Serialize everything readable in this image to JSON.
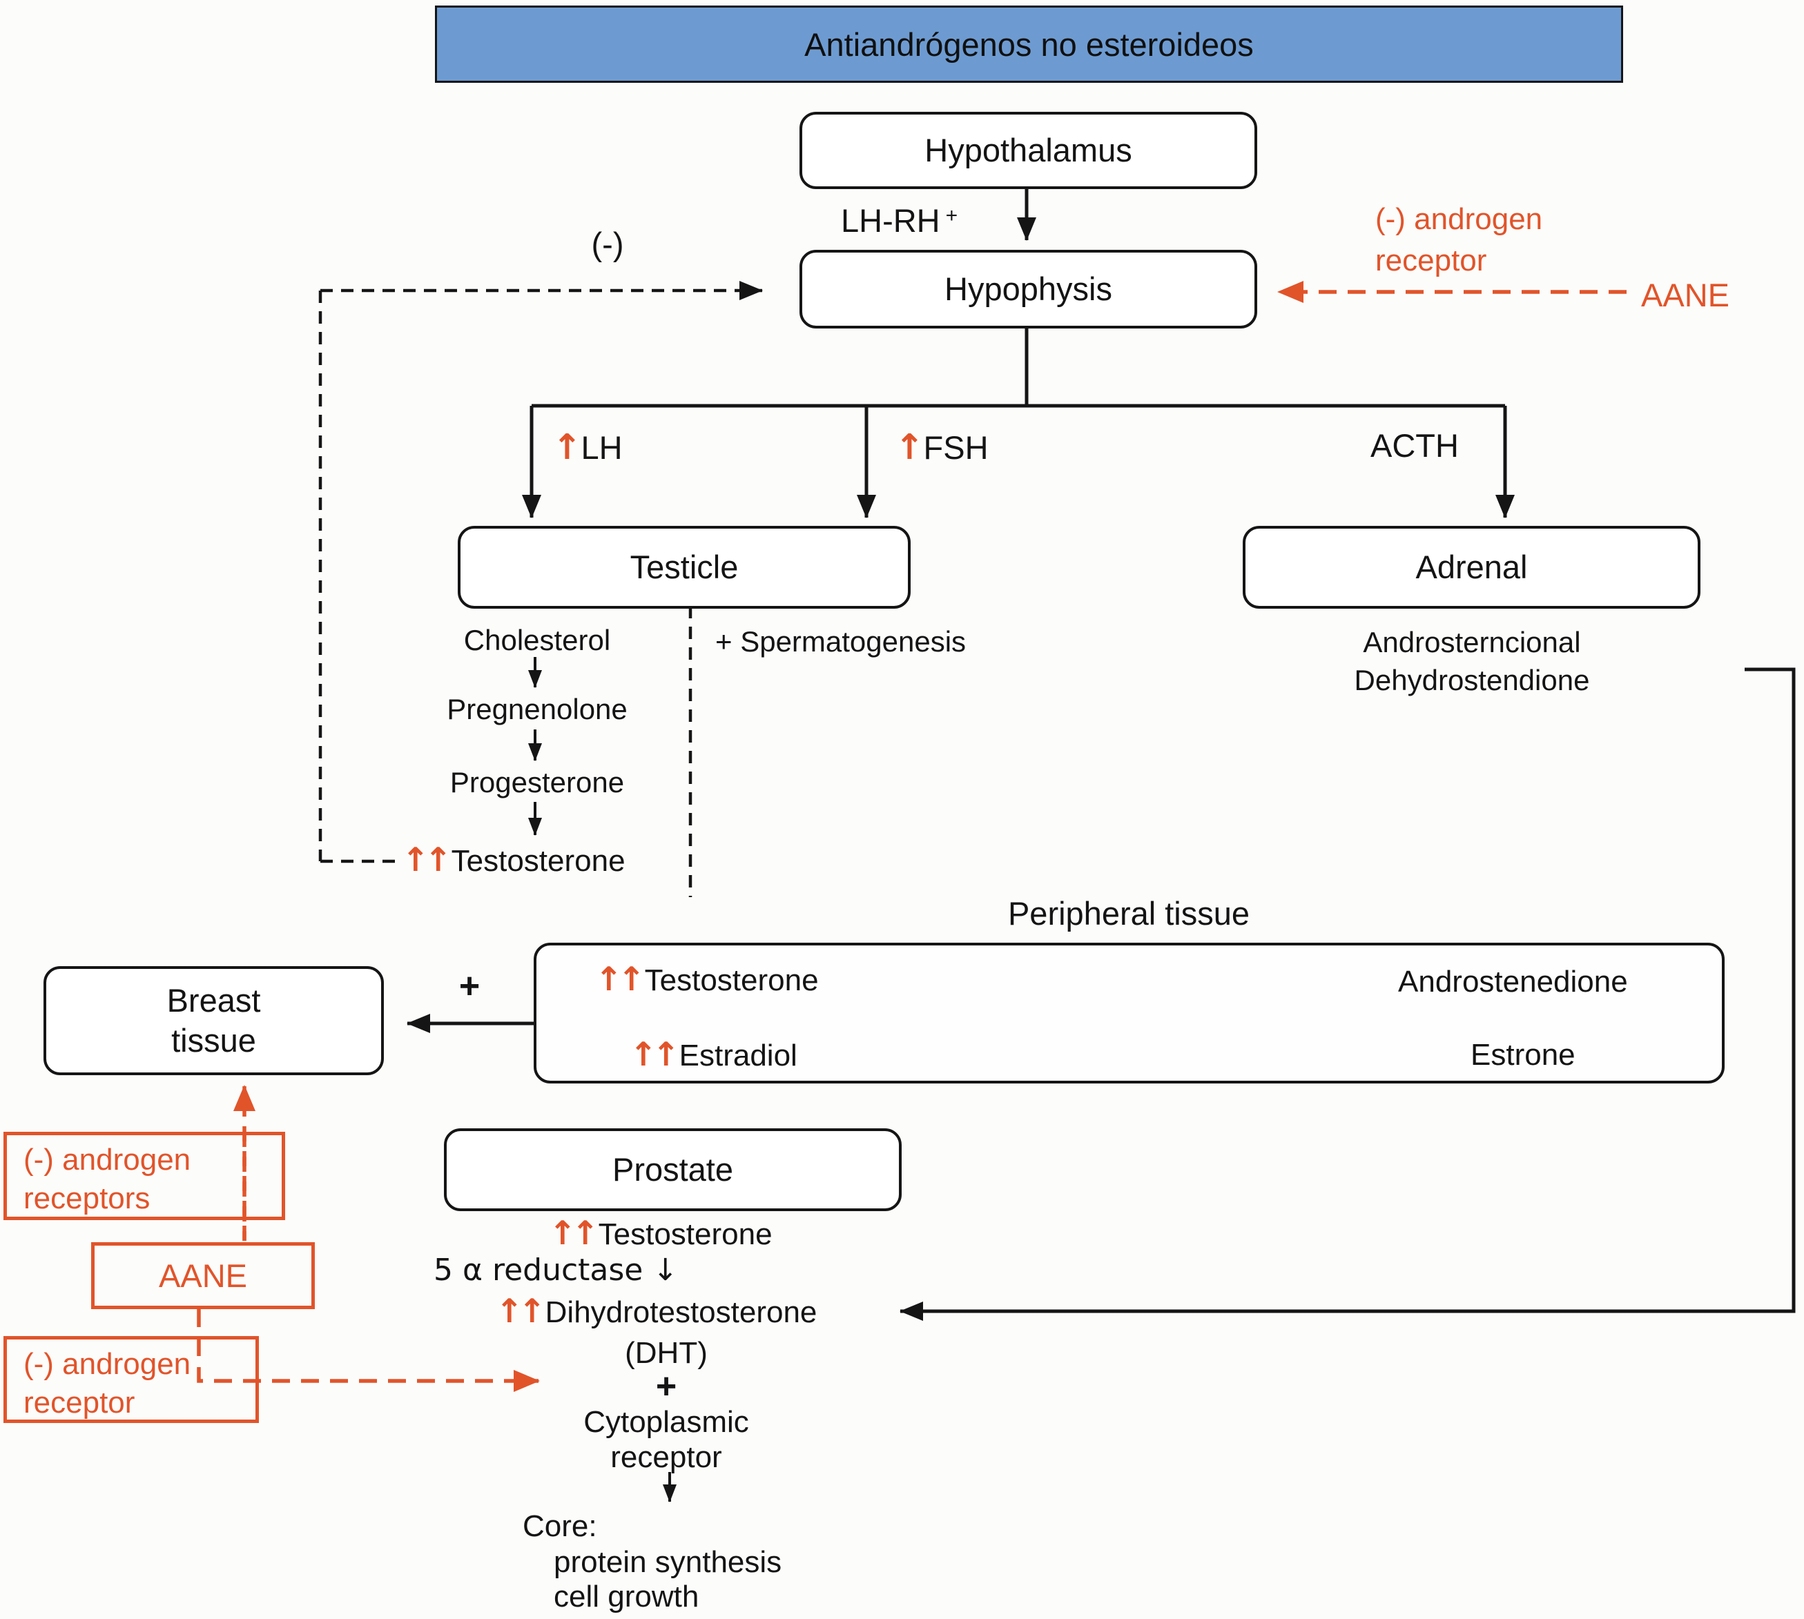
{
  "colors": {
    "banner_blue": "#6D9BD1",
    "accent_orange": "#E1542A",
    "ink": "#141414"
  },
  "glyphs": {
    "up": "↑",
    "up2": "↑↑",
    "down": "↓",
    "plus": "+"
  },
  "banner": {
    "title": "Antiandrógenos no esteroideos"
  },
  "hpg_axis": {
    "hypothalamus": "Hypothalamus",
    "lhrh": "LH-RH",
    "lhrh_sup": "+",
    "hypophysis": "Hypophysis",
    "negative_feedback": "(-)",
    "lh": "LH",
    "fsh": "FSH",
    "acth": "ACTH"
  },
  "aane_right": {
    "line1": "(-) androgen",
    "line2": "receptor",
    "label": "AANE"
  },
  "testicle": {
    "title": "Testicle",
    "cholesterol": "Cholesterol",
    "pregnenolone": "Pregnenolone",
    "progesterone": "Progesterone",
    "testosterone": "Testosterone",
    "spermatogenesis": "+ Spermatogenesis"
  },
  "adrenal": {
    "title": "Adrenal",
    "line1": "Androsterncional",
    "line2": "Dehydrostendione"
  },
  "peripheral": {
    "title": "Peripheral tissue",
    "testosterone": "Testosterone",
    "estradiol": "Estradiol",
    "androstenedione": "Androstenedione",
    "estrone": "Estrone",
    "plus": "+"
  },
  "breast": {
    "line1": "Breast",
    "line2": "tissue"
  },
  "aane_left": {
    "receptors_line1": "(-) androgen",
    "receptors_line2": "receptors",
    "label": "AANE",
    "receptor_line1": "(-) androgen",
    "receptor_line2": "receptor"
  },
  "prostate": {
    "title": "Prostate",
    "testosterone": "Testosterone",
    "reductase": "5 α reductase ↓",
    "dht": "Dihydrotestosterone",
    "dht_abbr": "(DHT)",
    "plus": "+",
    "cytoplasmic": "Cytoplasmic",
    "receptor": "receptor",
    "core": "Core:",
    "protein_synthesis": "protein synthesis",
    "cell_growth": "cell growth"
  }
}
